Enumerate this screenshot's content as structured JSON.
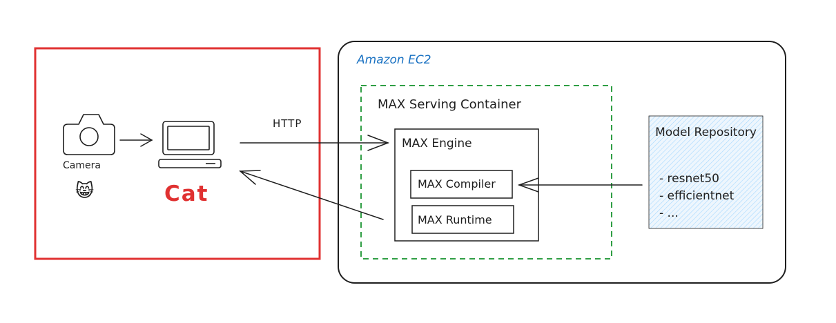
{
  "client": {
    "camera_label": "Camera",
    "cat_emoji": "😸",
    "result_label": "Cat",
    "highlight_color": "#e03131"
  },
  "connection": {
    "protocol_label": "HTTP"
  },
  "ec2": {
    "title": "Amazon EC2",
    "title_color": "#1971c2"
  },
  "serving_container": {
    "title": "MAX Serving Container",
    "border_color": "#2f9e44"
  },
  "engine": {
    "title": "MAX Engine",
    "compiler_label": "MAX Compiler",
    "runtime_label": "MAX Runtime"
  },
  "repository": {
    "title": "Model Repository",
    "items": [
      "- resnet50",
      "- efficientnet",
      "- ..."
    ],
    "fill_color": "#a5d8ff"
  }
}
